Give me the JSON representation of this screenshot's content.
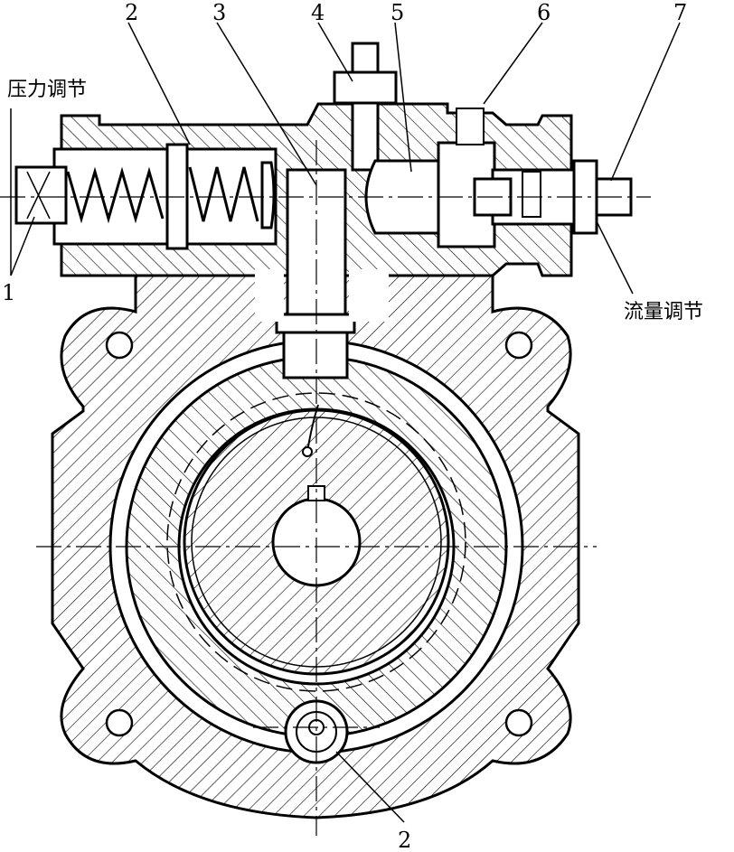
{
  "labels": {
    "n1": "1",
    "n2": "2",
    "n3": "3",
    "n4": "4",
    "n5": "5",
    "n6": "6",
    "n7": "7",
    "n2b": "2",
    "pressure": "压力调节",
    "flow": "流量调节"
  }
}
